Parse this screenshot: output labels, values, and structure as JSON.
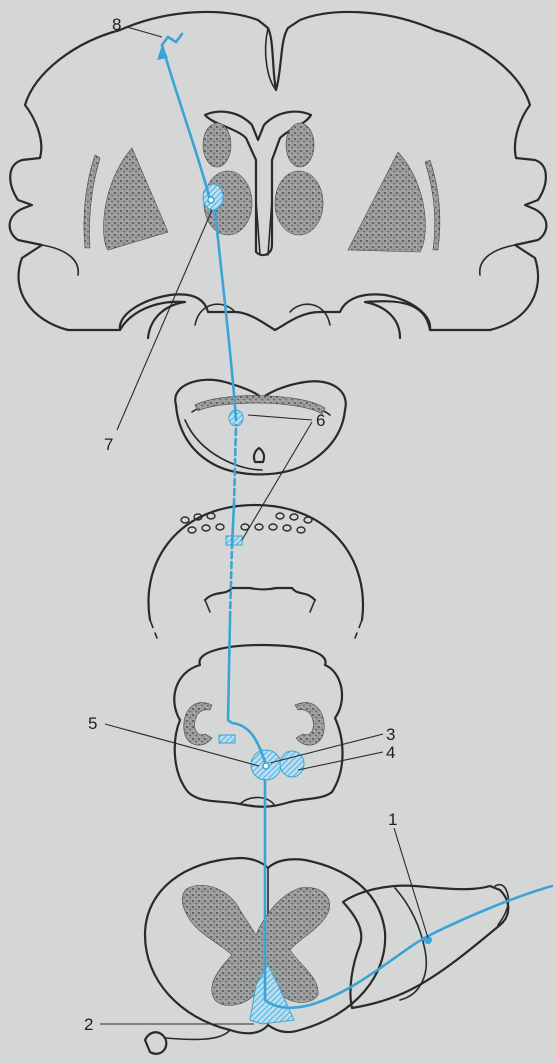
{
  "labels": {
    "l1": "1",
    "l2": "2",
    "l3": "3",
    "l4": "4",
    "l5": "5",
    "l6": "6",
    "l7": "7",
    "l8": "8"
  },
  "colors": {
    "pathway": "#3ba4d6",
    "outline": "#2a2a2a",
    "background": "#d4d7d6"
  }
}
